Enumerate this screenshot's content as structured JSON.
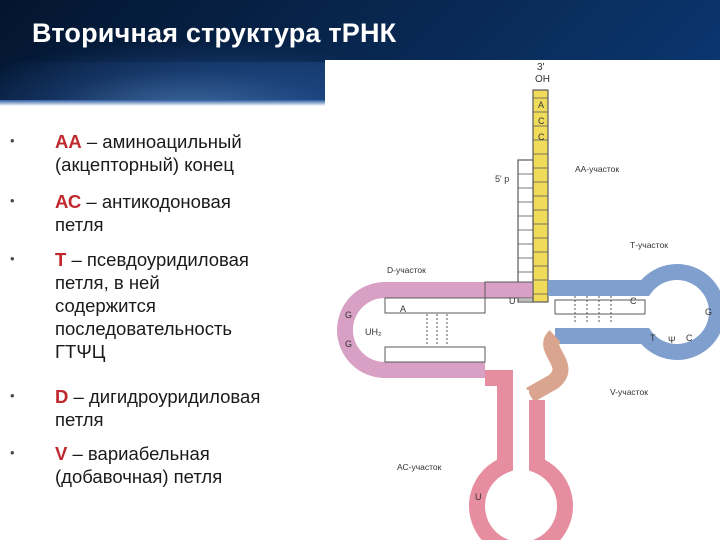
{
  "slide": {
    "title": "Вторичная структура тРНК",
    "bullets": [
      {
        "term": "АА",
        "lines": [
          "– аминоацильный",
          "(акцепторный) конец"
        ]
      },
      {
        "term": "АС",
        "lines": [
          "– антикодоновая",
          "петля"
        ]
      },
      {
        "term": "Т",
        "lines": [
          "– псевдоуридиловая",
          "петля, в ней",
          "содержится",
          "последовательность",
          "ГТΨЦ"
        ]
      },
      {
        "term": "D",
        "lines": [
          "– дигидроуридиловая",
          "петля"
        ]
      },
      {
        "term": "V",
        "lines": [
          "– вариабельная",
          "(добавочная) петля"
        ]
      }
    ]
  },
  "figure": {
    "labels": {
      "three_prime": "3'",
      "oh": "OH",
      "five_prime": "5' p",
      "aa_region": "АА-участок",
      "t_region": "Т-участок",
      "d_region": "D-участок",
      "v_region": "V-участок",
      "ac_region": "АС-участок",
      "uh2": "UH₂"
    },
    "nucleotides": {
      "acceptor_a": "A",
      "acceptor_c1": "C",
      "acceptor_c2": "C",
      "d_stem_u": "U",
      "d_loop_a": "A",
      "d_loop_g1": "G",
      "d_loop_g2": "G",
      "t_loop_c": "C",
      "t_loop_t": "T",
      "t_loop_psi": "Ψ",
      "t_loop_c2": "C",
      "t_loop_g": "G",
      "ac_loop_u": "U"
    },
    "colors": {
      "acceptor": "#f0dc5a",
      "d_arm": "#d8a0c4",
      "t_arm": "#7f9fcf",
      "v_arm": "#d9a58f",
      "ac_arm": "#e78da0"
    }
  }
}
